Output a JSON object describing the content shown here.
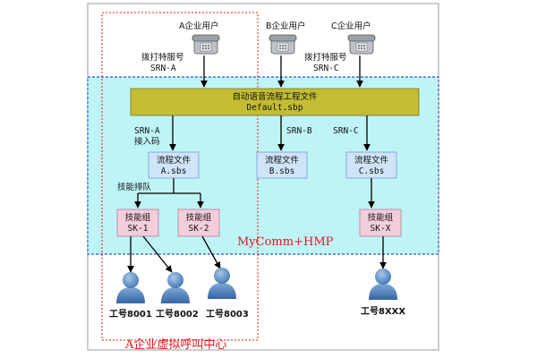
{
  "users": {
    "a": "A企业用户",
    "b": "B企业用户",
    "c": "C企业用户"
  },
  "dial": {
    "a_line1": "拨打特服号",
    "a_line2": "SRN-A",
    "c_line1": "拨打特服号",
    "c_line2": "SRN-C"
  },
  "ivr": {
    "title": "自动语音流程工程文件",
    "file": "Default.sbp"
  },
  "routes": {
    "a_line1": "SRN-A",
    "a_line2": "接入码",
    "b": "SRN-B",
    "c": "SRN-C"
  },
  "flows": {
    "a_title": "流程文件",
    "a_file": "A.sbs",
    "b_title": "流程文件",
    "b_file": "B.sbs",
    "c_title": "流程文件",
    "c_file": "C.sbs"
  },
  "skill_queue_label": "技能排队",
  "skill_groups": {
    "sk1_title": "技能组",
    "sk1_id": "SK-1",
    "sk2_title": "技能组",
    "sk2_id": "SK-2",
    "skx_title": "技能组",
    "skx_id": "SK-X"
  },
  "platform_label": "MyComm+HMP",
  "agents": {
    "a1": "工号8001",
    "a2": "工号8002",
    "a3": "工号8003",
    "x": "工号8XXX"
  },
  "callcenter_label": "A企业虚拟呼叫中心",
  "colors": {
    "cyan_bg": "#bff4f7",
    "cyan_border": "#2a55d6",
    "ivr_fill": "#c3bd33",
    "node_fill": "#cfe4f8",
    "skill_fill": "#f3cddb",
    "red": "#e0181c",
    "agent": "#5f95c8"
  }
}
